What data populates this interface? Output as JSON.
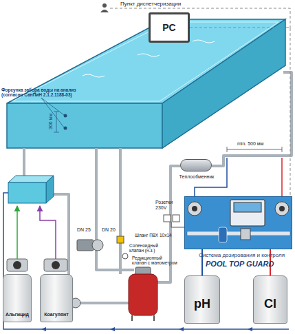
{
  "diagram": {
    "nodes": [
      {
        "text": [
          "PC"
        ]
      },
      {
        "text": [
          "Теплообменник"
        ]
      },
      {
        "text": [
          "Система дозирования и контроля",
          "POOL TOP GUARD"
        ]
      },
      {
        "text": [
          "Альгицид"
        ]
      },
      {
        "text": [
          "Коагулянт"
        ]
      },
      {
        "text": [
          "pH"
        ]
      },
      {
        "text": [
          "Cl"
        ]
      }
    ],
    "edges": [
      {
        "from": 0,
        "to": 2,
        "arrow": "none"
      },
      {
        "from": 5,
        "to": 2,
        "arrow": "none"
      },
      {
        "from": 6,
        "to": 2,
        "arrow": "none"
      }
    ],
    "labels": [
      "Пункт диспетчеризации",
      "Форсунка забора воды на анализ (согласно СанПиН 2.1.2.1188-03)",
      "300 мм",
      "min. 500 мм",
      "Розетки 230V",
      "DN 25",
      "DN 20",
      "Шланг ПВХ 10х14",
      "Соленоидный клапан (н.з.)",
      "Редукционный клапан с манометром"
    ]
  }
}
